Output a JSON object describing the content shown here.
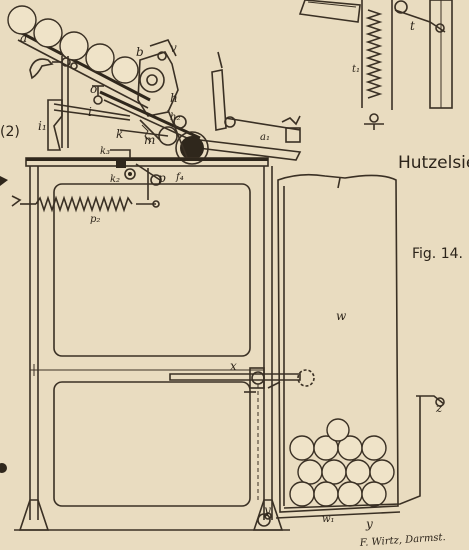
{
  "figure": {
    "title": "Hutzelsie",
    "fig_label": "Fig. 14.",
    "corner_mark": "(2)",
    "signature": "F. Wirtz, Darmst."
  },
  "labels": {
    "a": "a",
    "b": "b",
    "v": "v",
    "o": "o",
    "h": "h",
    "h2": "h₂",
    "i1": "i₁",
    "i": "i",
    "k": "k",
    "k3": "k₃",
    "k2": "k₂",
    "m": "m",
    "p": "p",
    "f4": "f₄",
    "a1": "a₁",
    "p2": "p₂",
    "w": "w",
    "x": "x",
    "z": "z",
    "y": "y",
    "y1": "y",
    "w1": "w₁",
    "t1": "t₁",
    "t": "t"
  },
  "colors": {
    "paper": "#e9dcc0",
    "ink": "#3a3024"
  }
}
